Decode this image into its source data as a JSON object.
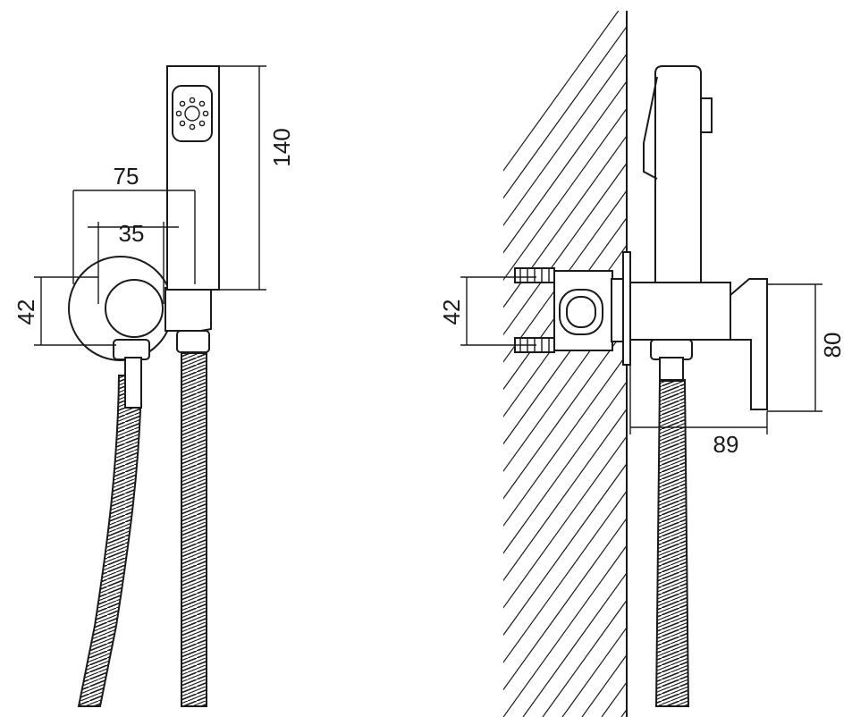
{
  "drawing": {
    "line_color": "#1a1a1a",
    "background": "#ffffff",
    "front_view": {
      "dim_spray_height": "140",
      "dim_total_width": "75",
      "dim_spacing": "35",
      "dim_height": "42"
    },
    "side_view": {
      "dim_height": "42",
      "dim_body_height": "80",
      "dim_depth": "89"
    }
  }
}
